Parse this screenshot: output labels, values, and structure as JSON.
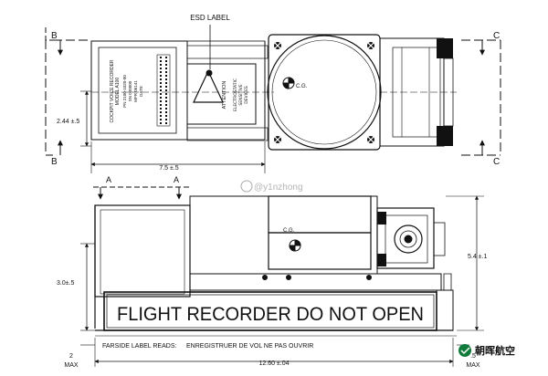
{
  "labels": {
    "esd_label": "ESD LABEL",
    "section_b_left": "B",
    "section_b_right": "B",
    "section_c_top": "C",
    "section_c_bottom": "C",
    "section_a_left": "A",
    "section_a_right": "A",
    "cg_top": "C.G.",
    "cg_bottom": "C.G.",
    "banner": "FLIGHT RECORDER DO NOT OPEN",
    "farside_label": "FARSIDE LABEL READS:",
    "farside_text": "ENREGISTRUER DE VOL NE PAS OUVRIR",
    "esd_attention": "ATTENTION",
    "esd_text_1": "ELECTROSTATIC",
    "esd_text_2": "SENSITIVE",
    "esd_text_3": "DEVICES",
    "nameplate_1": "COCKPIT VOICE RECORDER",
    "nameplate_2": "MODEL A100",
    "nameplate_3": "PN 2100-1020-00",
    "nameplate_4": "SN 000000",
    "nameplate_5": "MFR 06141",
    "nameplate_6": "DATE",
    "watermark": "@y1nzhong",
    "brand": "朝晖航空"
  },
  "dimensions": {
    "height_top": "2.44 ±.5",
    "width_top": "7.5 ±.5",
    "height_side": "3.0±.5",
    "height_right": "5.4 ±.1",
    "length": "12.60 ±.04",
    "left_max_value": "2",
    "left_max_unit": "MAX",
    "right_max_value": ".5",
    "right_max_unit": "MAX"
  }
}
